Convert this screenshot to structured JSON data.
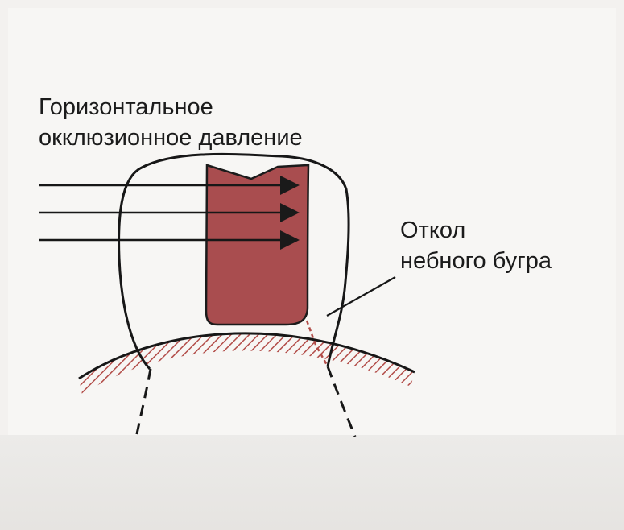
{
  "labels": {
    "horizontal_pressure": {
      "line1": "Горизонтальное",
      "line2": "окклюзионное давление"
    },
    "fracture": {
      "line1": "Откол",
      "line2": "небного бугра"
    }
  },
  "colors": {
    "filling": "#a94d4f",
    "hatch": "#b24c48",
    "outline": "#171717",
    "background": "#f7f6f4"
  },
  "icons": {
    "arrow": "arrowhead-icon"
  }
}
